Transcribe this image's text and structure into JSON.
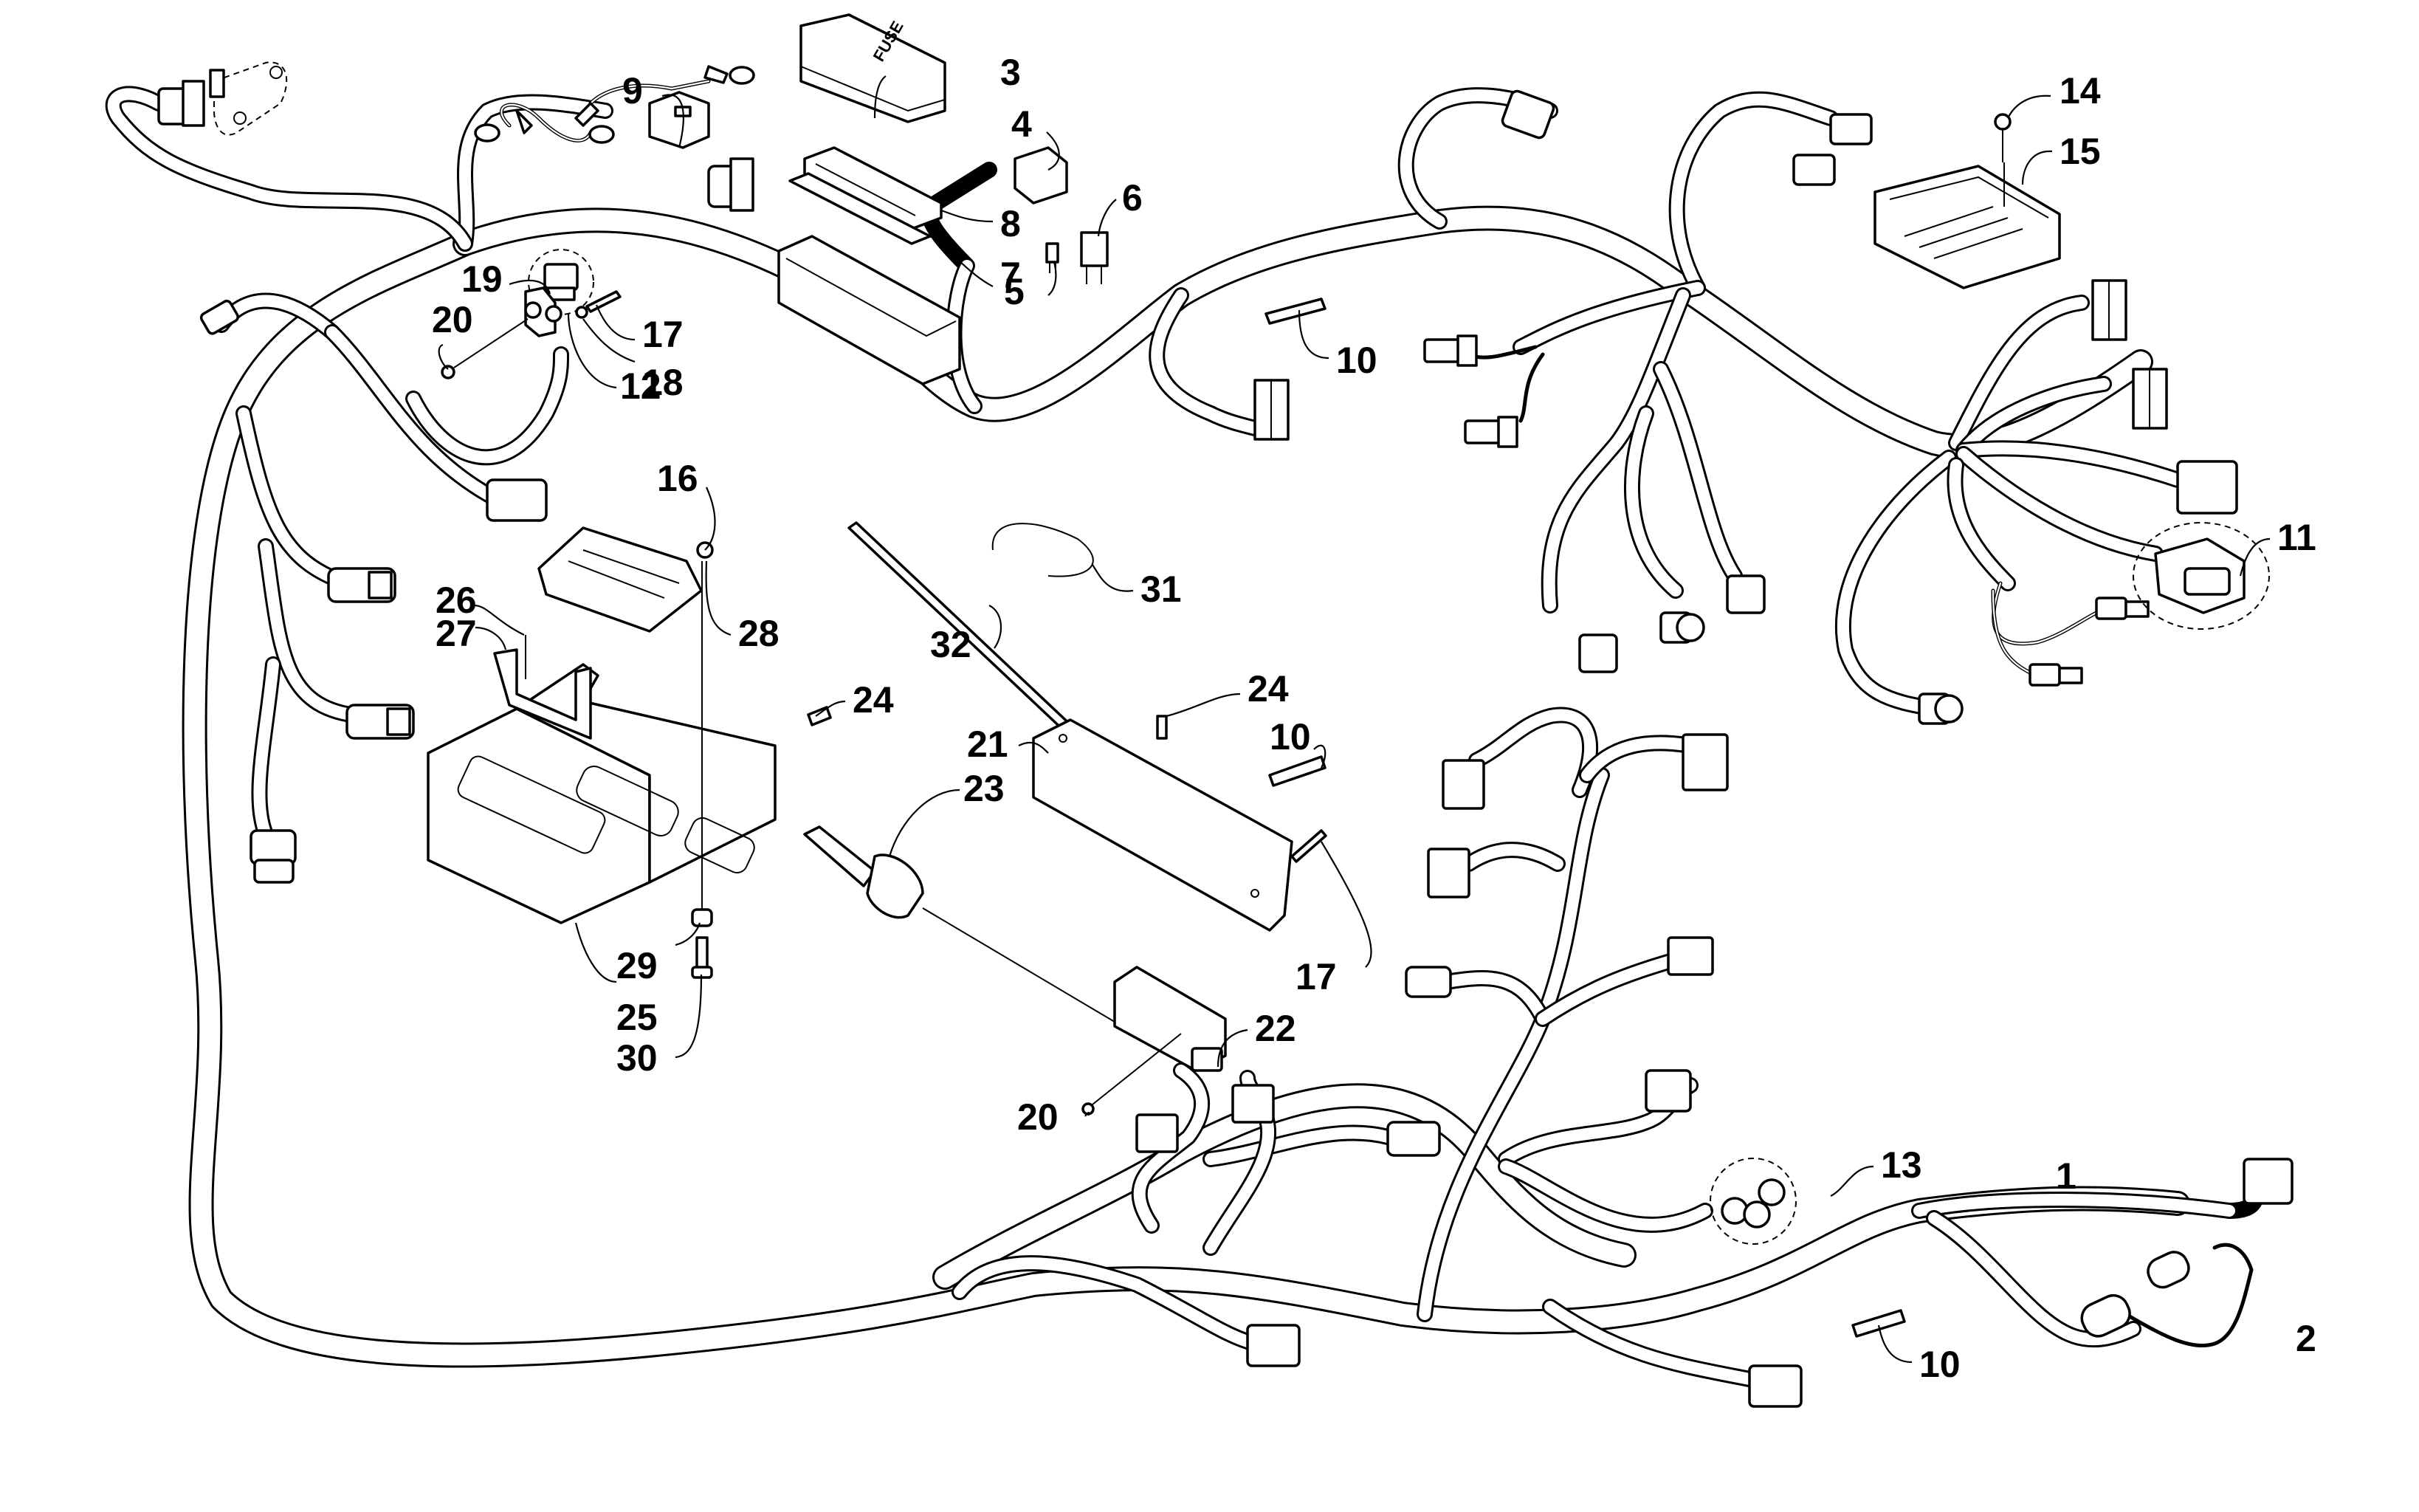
{
  "diagram": {
    "title": "Wiring Harness Assembly",
    "fuse_cover_text": "FUSE",
    "callouts": [
      {
        "id": "c1",
        "label": "1",
        "part": "main-wiring-harness"
      },
      {
        "id": "c2",
        "label": "2",
        "part": "fuse-holder-lead"
      },
      {
        "id": "c3",
        "label": "3",
        "part": "fuse-box-cover"
      },
      {
        "id": "c4",
        "label": "4",
        "part": "relay-large"
      },
      {
        "id": "c5",
        "label": "5",
        "part": "mini-fuse"
      },
      {
        "id": "c6",
        "label": "6",
        "part": "micro-relay"
      },
      {
        "id": "c7",
        "label": "7",
        "part": "fuse-box-label-plate"
      },
      {
        "id": "c8",
        "label": "8",
        "part": "fuse-box-seal"
      },
      {
        "id": "c9",
        "label": "9",
        "part": "connector-cap"
      },
      {
        "id": "c10a",
        "label": "10",
        "part": "harness-clip"
      },
      {
        "id": "c10b",
        "label": "10",
        "part": "harness-clip"
      },
      {
        "id": "c10c",
        "label": "10",
        "part": "harness-clip"
      },
      {
        "id": "c11",
        "label": "11",
        "part": "multi-pin-connector"
      },
      {
        "id": "c12",
        "label": "12",
        "part": "connector-4-pin"
      },
      {
        "id": "c13",
        "label": "13",
        "part": "connector-3-pin"
      },
      {
        "id": "c14",
        "label": "14",
        "part": "screw"
      },
      {
        "id": "c15",
        "label": "15",
        "part": "voltage-regulator"
      },
      {
        "id": "c16",
        "label": "16",
        "part": "nut"
      },
      {
        "id": "c17a",
        "label": "17",
        "part": "screw"
      },
      {
        "id": "c17b",
        "label": "17",
        "part": "screw"
      },
      {
        "id": "c18",
        "label": "18",
        "part": "washer"
      },
      {
        "id": "c19",
        "label": "19",
        "part": "sensor-bracket"
      },
      {
        "id": "c20a",
        "label": "20",
        "part": "nut"
      },
      {
        "id": "c20b",
        "label": "20",
        "part": "nut"
      },
      {
        "id": "c21",
        "label": "21",
        "part": "actuator-bracket"
      },
      {
        "id": "c22",
        "label": "22",
        "part": "actuator"
      },
      {
        "id": "c23",
        "label": "23",
        "part": "actuator-boot"
      },
      {
        "id": "c24a",
        "label": "24",
        "part": "screw"
      },
      {
        "id": "c24b",
        "label": "24",
        "part": "screw"
      },
      {
        "id": "c25",
        "label": "25",
        "part": "mounting-bracket"
      },
      {
        "id": "c26",
        "label": "26",
        "part": "rivet"
      },
      {
        "id": "c27",
        "label": "27",
        "part": "clip-bracket"
      },
      {
        "id": "c28",
        "label": "28",
        "part": "control-module"
      },
      {
        "id": "c29",
        "label": "29",
        "part": "grommet"
      },
      {
        "id": "c30",
        "label": "30",
        "part": "shoulder-bolt"
      },
      {
        "id": "c31",
        "label": "31",
        "part": "cable-tie-loop"
      },
      {
        "id": "c32",
        "label": "32",
        "part": "cable-tie"
      }
    ]
  }
}
